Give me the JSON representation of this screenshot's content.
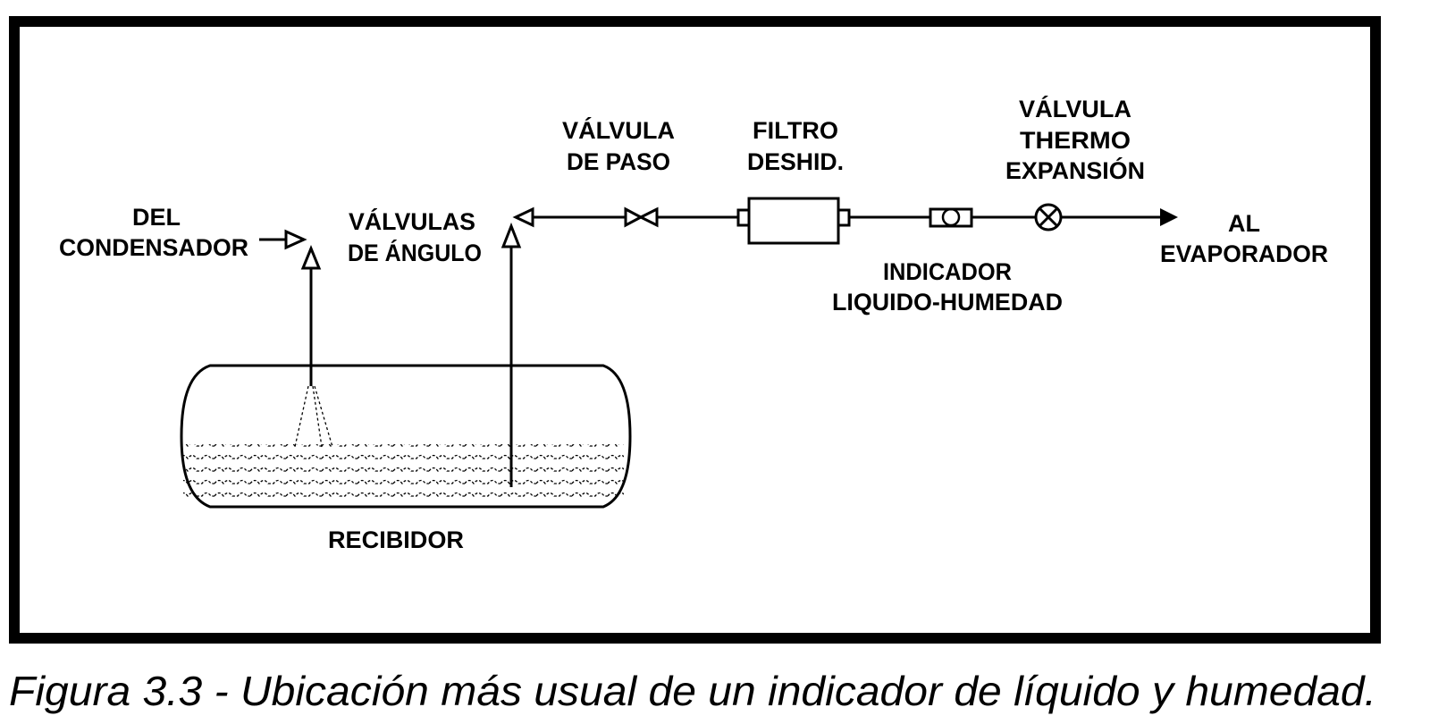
{
  "labels": {
    "del_condensador": [
      "DEL",
      "CONDENSADOR"
    ],
    "valvulas_angulo": [
      "VÁLVULAS",
      "DE ÁNGULO"
    ],
    "valvula_paso": [
      "VÁLVULA",
      "DE PASO"
    ],
    "filtro": [
      "FILTRO",
      "DESHID."
    ],
    "valvula_thermo": [
      "VÁLVULA",
      "THERMO",
      "EXPANSIÓN"
    ],
    "al_evaporador": [
      "AL",
      "EVAPORADOR"
    ],
    "indicador": [
      "INDICADOR",
      "LIQUIDO-HUMEDAD"
    ],
    "recibidor": "RECIBIDOR"
  },
  "caption": "Figura 3.3 - Ubicación más usual de un indicador de líquido y humedad."
}
